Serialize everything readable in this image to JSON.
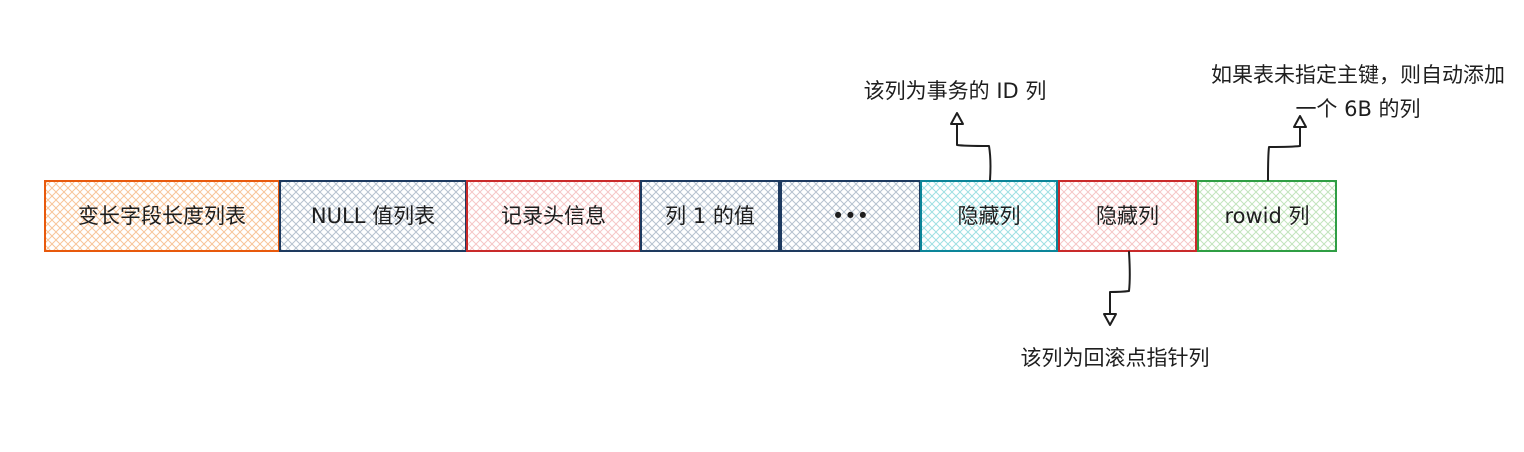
{
  "cells": [
    {
      "label": "变长字段长度列表",
      "color": "#e8590c"
    },
    {
      "label": "NULL 值列表",
      "color": "#1e3a5f"
    },
    {
      "label": "记录头信息",
      "color": "#c92a2a"
    },
    {
      "label": "列 1 的值",
      "color": "#1e3a5f"
    },
    {
      "label": "•••",
      "color": "#1e3a5f"
    },
    {
      "label": "隐藏列",
      "color": "#0c8599"
    },
    {
      "label": "隐藏列",
      "color": "#c92a2a"
    },
    {
      "label": "rowid 列",
      "color": "#2f9e44"
    }
  ],
  "annotations": {
    "trx_id": {
      "lines": [
        "该列为事务的 ID 列"
      ]
    },
    "roll_ptr": {
      "lines": [
        "该列为回滚点指针列"
      ]
    },
    "row_id": {
      "lines": [
        "如果表未指定主键，则自动添加",
        "一个 6B 的列"
      ]
    }
  }
}
